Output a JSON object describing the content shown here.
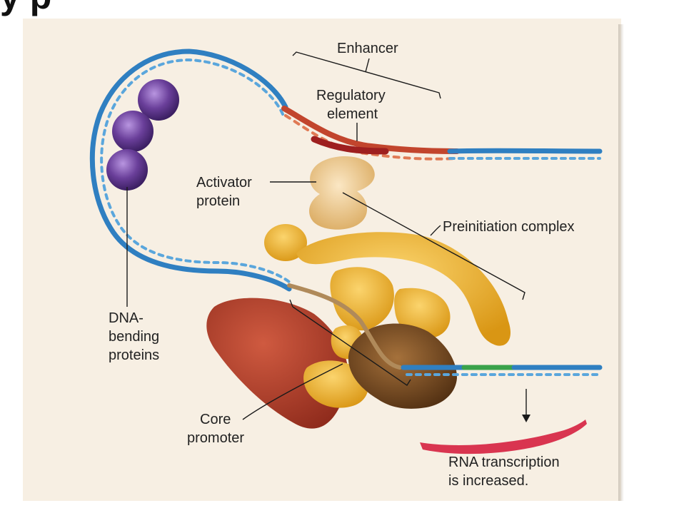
{
  "heading": "y  p",
  "labels": {
    "enhancer": "Enhancer",
    "regulatory_1": "Regulatory",
    "regulatory_2": "element",
    "activator_1": "Activator",
    "activator_2": "protein",
    "preinitiation": "Preinitiation complex",
    "dna_bending_1": "DNA-",
    "dna_bending_2": "bending",
    "dna_bending_3": "proteins",
    "core_1": "Core",
    "core_2": "promoter",
    "rna_1": "RNA transcription",
    "rna_2": "is increased."
  },
  "colors": {
    "background": "#f7efe3",
    "dna_strand": "#2f7fc1",
    "enhancer_strand": "#c2452d",
    "regulatory_strand": "#9e1f1f",
    "promoter_strand": "#b08a5a",
    "start_site_strand": "#3aa24a",
    "activator": "#e8c98f",
    "general_factors": "#f0b533",
    "polymerase": "#7a4a1e",
    "mediator": "#b3412e",
    "dna_bending_protein": "#6a3f9a",
    "rna": "#d93550"
  }
}
